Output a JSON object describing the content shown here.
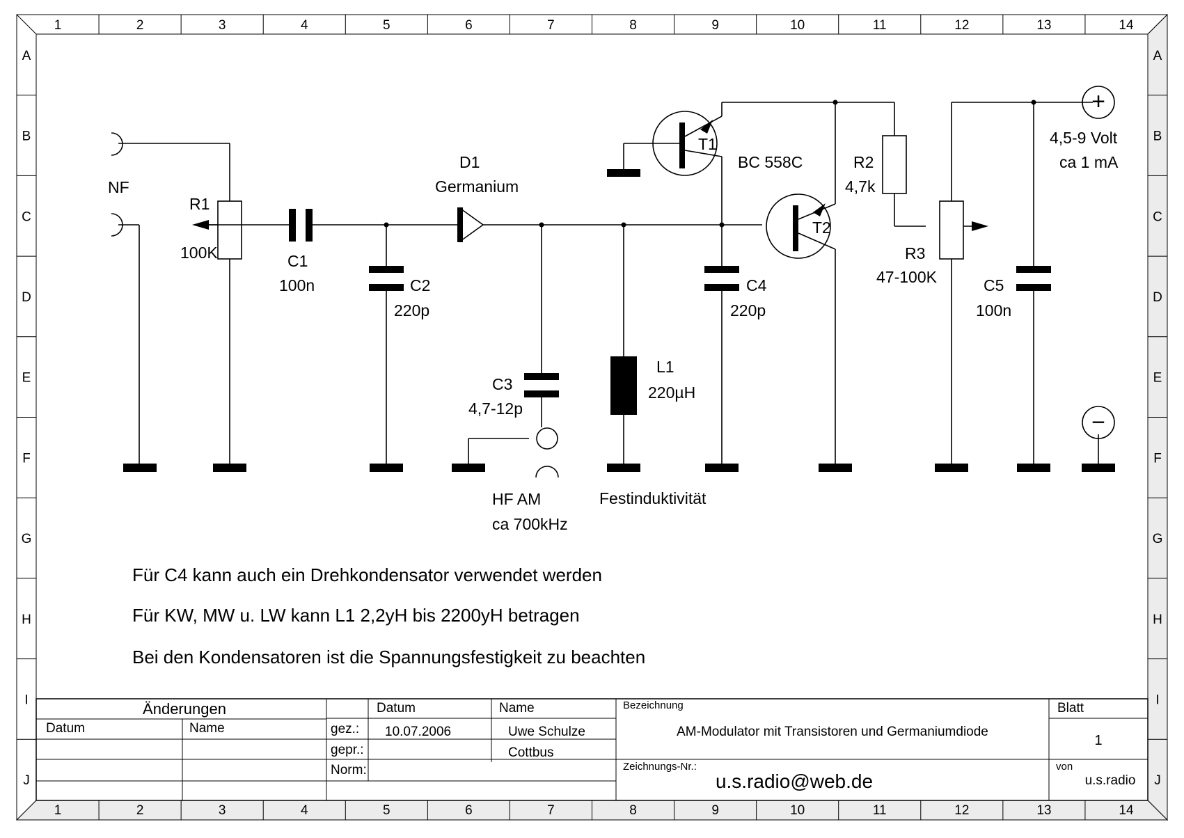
{
  "frame": {
    "col_numbers": [
      "1",
      "2",
      "3",
      "4",
      "5",
      "6",
      "7",
      "8",
      "9",
      "10",
      "11",
      "12",
      "13",
      "14"
    ],
    "row_letters": [
      "A",
      "B",
      "C",
      "D",
      "E",
      "F",
      "G",
      "H",
      "I",
      "J"
    ]
  },
  "components": {
    "nf": "NF",
    "r1_name": "R1",
    "r1_value": "100K",
    "c1_name": "C1",
    "c1_value": "100n",
    "c2_name": "C2",
    "c2_value": "220p",
    "d1_name": "D1",
    "d1_type": "Germanium",
    "c3_name": "C3",
    "c3_value": "4,7-12p",
    "hf_line1": "HF AM",
    "hf_line2": "ca 700kHz",
    "l1_name": "L1",
    "l1_value": "220µH",
    "l1_note": "Festinduktivität",
    "t1_name": "T1",
    "t2_name": "T2",
    "transistor_type": "BC 558C",
    "c4_name": "C4",
    "c4_value": "220p",
    "r2_name": "R2",
    "r2_value": "4,7k",
    "r3_name": "R3",
    "r3_value": "47-100K",
    "c5_name": "C5",
    "c5_value": "100n",
    "supply_line1": "4,5-9 Volt",
    "supply_line2": "ca 1 mA",
    "plus_symbol": "+",
    "minus_symbol": "−"
  },
  "notes": [
    "Für C4 kann auch ein Drehkondensator verwendet werden",
    "Für KW, MW u. LW kann L1  2,2yH bis 2200yH betragen",
    "Bei den Kondensatoren ist die Spannungsfestigkeit zu beachten"
  ],
  "title_block": {
    "changes_header": "Änderungen",
    "datum_label": "Datum",
    "name_label": "Name",
    "datum_header": "Datum",
    "name_header": "Name",
    "gez_label": "gez.:",
    "gez_date": "10.07.2006",
    "gez_name": "Uwe Schulze",
    "gepr_label": "gepr.:",
    "gepr_name": "Cottbus",
    "norm_label": "Norm:",
    "bezeichnung_label": "Bezeichnung",
    "bezeichnung_value": "AM-Modulator mit Transistoren und Germaniumdiode",
    "blatt_label": "Blatt",
    "blatt_value": "1",
    "zeichnungsnr_label": "Zeichnungs-Nr.:",
    "zeichnungsnr_value": "u.s.radio@web.de",
    "von_label": "von",
    "von_value": "u.s.radio"
  }
}
